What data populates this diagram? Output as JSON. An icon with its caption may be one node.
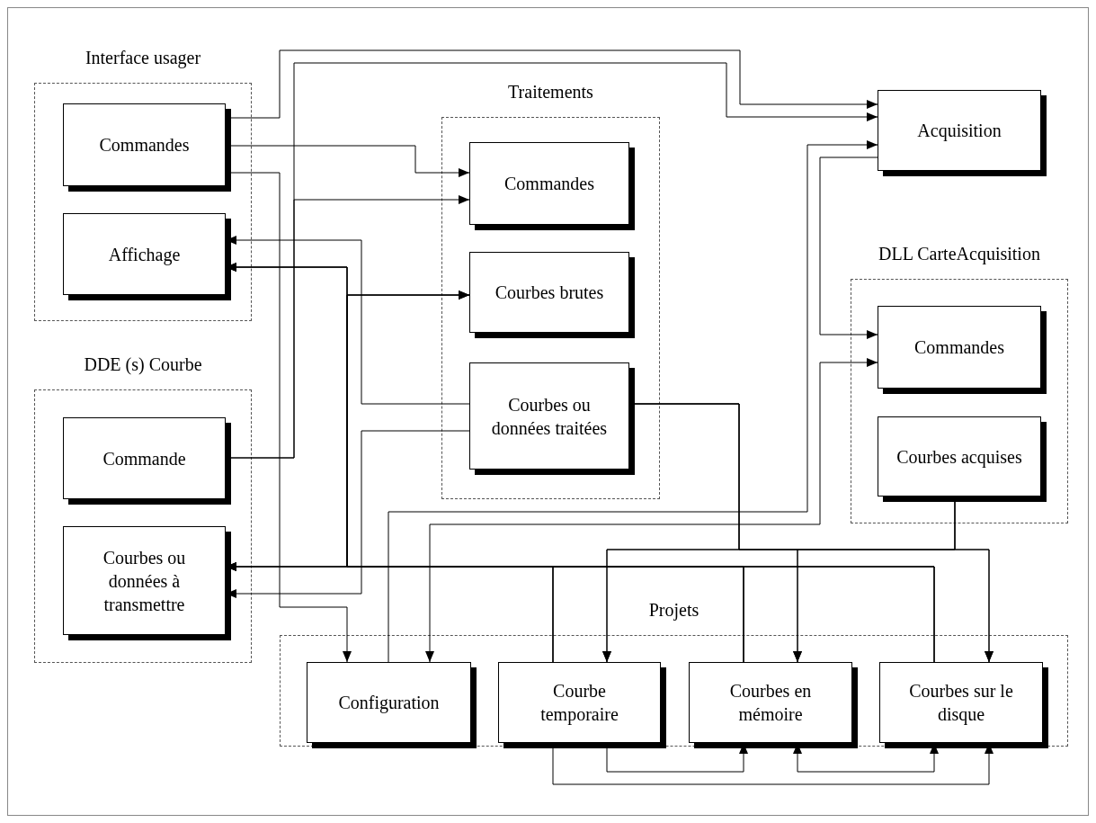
{
  "diagram": {
    "nodes": [
      {
        "text": [
          "Interface usager"
        ]
      },
      {
        "text": [
          "Commandes"
        ],
        "in": 0
      },
      {
        "text": [
          "Affichage"
        ],
        "in": 0
      },
      {
        "text": [
          "Traitements"
        ]
      },
      {
        "text": [
          "Commandes"
        ],
        "in": 3
      },
      {
        "text": [
          "Courbes brutes"
        ],
        "in": 3
      },
      {
        "text": [
          "Courbes ou données traitées"
        ],
        "in": 3
      },
      {
        "text": [
          "Acquisition"
        ]
      },
      {
        "text": [
          "DLL CarteAcquisition"
        ]
      },
      {
        "text": [
          "Commandes"
        ],
        "in": 8
      },
      {
        "text": [
          "Courbes acquises"
        ],
        "in": 8
      },
      {
        "text": [
          "DDE (s) Courbe"
        ]
      },
      {
        "text": [
          "Commande"
        ],
        "in": 11
      },
      {
        "text": [
          "Courbes ou données à transmettre"
        ],
        "in": 11
      },
      {
        "text": [
          "Projets"
        ]
      },
      {
        "text": [
          "Configuration"
        ],
        "in": 14
      },
      {
        "text": [
          "Courbe temporaire"
        ],
        "in": 14
      },
      {
        "text": [
          "Courbes en mémoire"
        ],
        "in": 14
      },
      {
        "text": [
          "Courbes sur le disque"
        ],
        "in": 14
      }
    ],
    "edges": [
      {
        "from": 1,
        "to": 7,
        "arrow": "to"
      },
      {
        "from": 12,
        "to": 7,
        "arrow": "to"
      },
      {
        "from": 1,
        "to": 4,
        "arrow": "to"
      },
      {
        "from": 12,
        "to": 4,
        "arrow": "to"
      },
      {
        "from": 1,
        "to": 15,
        "arrow": "to"
      },
      {
        "from": 6,
        "to": 2,
        "arrow": "to"
      },
      {
        "from": 6,
        "to": 13,
        "arrow": "to"
      },
      {
        "from": 16,
        "to": 2,
        "arrow": "to"
      },
      {
        "from": 17,
        "to": 2,
        "arrow": "to"
      },
      {
        "from": 18,
        "to": 2,
        "arrow": "to"
      },
      {
        "from": 16,
        "to": 5,
        "arrow": "to"
      },
      {
        "from": 17,
        "to": 5,
        "arrow": "to"
      },
      {
        "from": 18,
        "to": 5,
        "arrow": "to"
      },
      {
        "from": 16,
        "to": 13,
        "arrow": "to"
      },
      {
        "from": 17,
        "to": 13,
        "arrow": "to"
      },
      {
        "from": 18,
        "to": 13,
        "arrow": "to"
      },
      {
        "from": 6,
        "to": 16,
        "arrow": "to"
      },
      {
        "from": 6,
        "to": 17,
        "arrow": "to"
      },
      {
        "from": 6,
        "to": 18,
        "arrow": "to"
      },
      {
        "from": 10,
        "to": 16,
        "arrow": "to"
      },
      {
        "from": 10,
        "to": 17,
        "arrow": "to"
      },
      {
        "from": 10,
        "to": 18,
        "arrow": "to"
      },
      {
        "from": 15,
        "to": 7,
        "arrow": "to"
      },
      {
        "from": 7,
        "to": 9,
        "arrow": "to"
      },
      {
        "from": 15,
        "to": 9,
        "arrow": "both"
      },
      {
        "from": 16,
        "to": 17,
        "arrow": "to"
      },
      {
        "from": 16,
        "to": 18,
        "arrow": "to"
      },
      {
        "from": 17,
        "to": 18,
        "arrow": "both"
      }
    ]
  }
}
